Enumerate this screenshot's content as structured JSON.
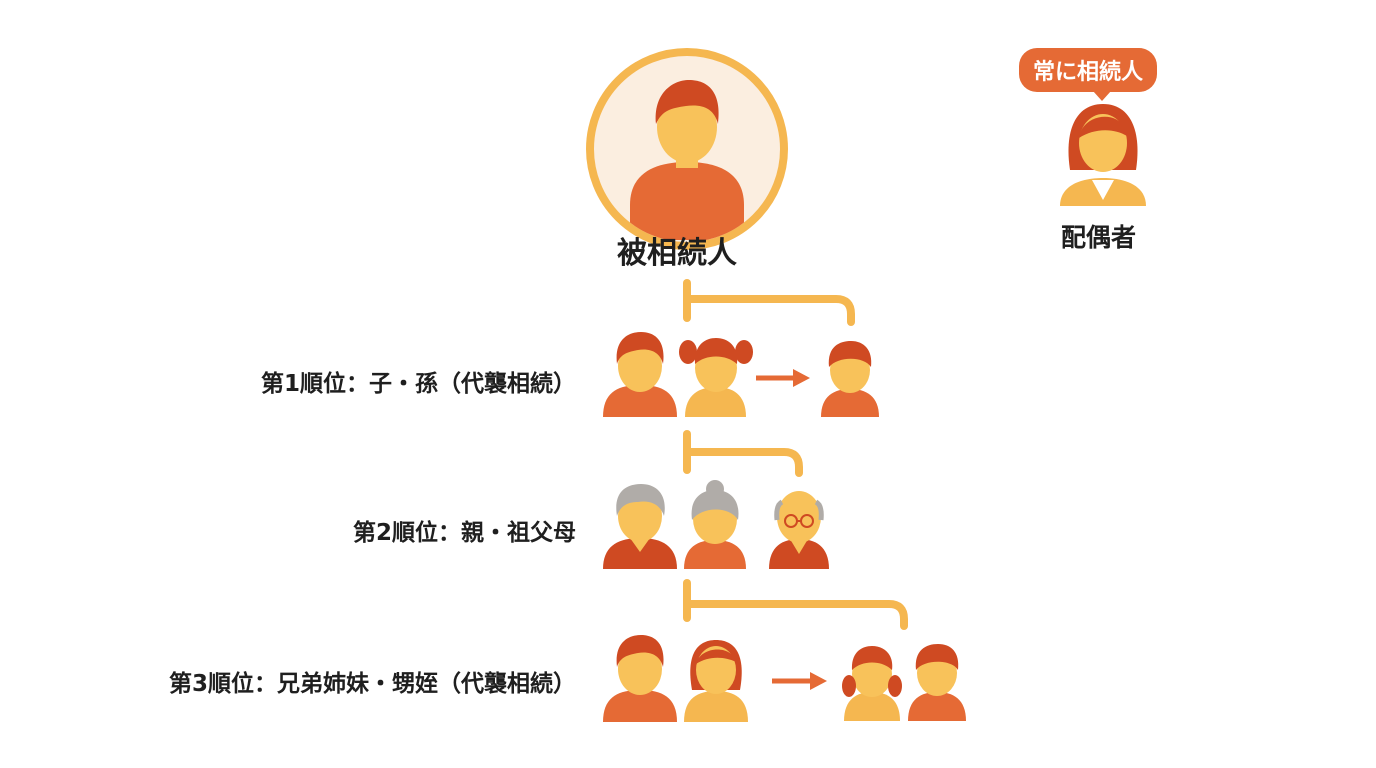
{
  "decedent": {
    "label": "被相続人",
    "icon": "man-icon"
  },
  "spouse": {
    "label": "配偶者",
    "badge": "常に相続人",
    "icon": "woman-icon"
  },
  "ranks": [
    {
      "label": "第1順位：子・孫（代襲相続）",
      "icons": [
        "son-icon",
        "daughter-icon",
        "arrow-right-icon",
        "grandchild-icon"
      ]
    },
    {
      "label": "第2順位：親・祖父母",
      "icons": [
        "father-icon",
        "mother-icon",
        "grandfather-icon"
      ]
    },
    {
      "label": "第3順位：兄弟姉妹・甥姪（代襲相続）",
      "icons": [
        "brother-icon",
        "sister-icon",
        "arrow-right-icon",
        "niece-icon",
        "nephew-icon"
      ]
    }
  ],
  "colors": {
    "orange_dark": "#e56a35",
    "orange_light": "#f5b750",
    "skin": "#f8c25a",
    "hair": "#cf4a22",
    "gray_hair": "#b0aca8",
    "circle_fill": "#fbeee0"
  }
}
